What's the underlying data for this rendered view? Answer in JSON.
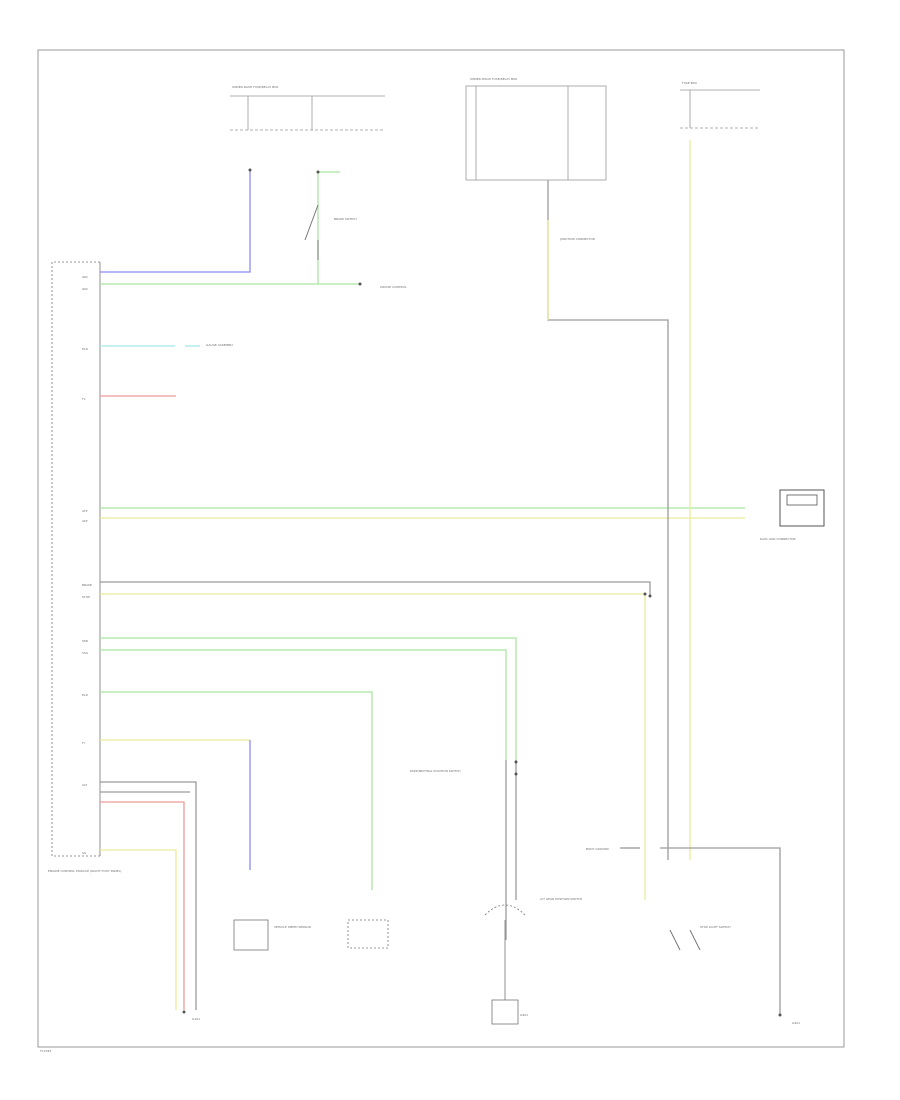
{
  "diagram": {
    "labels": {
      "ecm_caption": "ENGINE CONTROL MODULE (RIGHT FOOT PANEL)",
      "ecm_pins": [
        "IGN",
        "IGN",
        "ELD",
        "FL",
        "ATP",
        "ATP",
        "BRAKE",
        "STOP",
        "SPD",
        "VSS",
        "ELD",
        "FI",
        "ALT",
        "SG"
      ],
      "fuse_box_1": "UNDER-DASH FUSE/RELAY BOX",
      "fuse_box_2": "UNDER-HOOD FUSE/RELAY BOX",
      "fuse_box_3": "FUSE BOX",
      "brake_switch": "BRAKE SWITCH",
      "cruise_control": "CRUISE CONTROL",
      "gauge_assembly": "GAUGE ASSEMBLY",
      "data_link_connector": "DATA LINK CONNECTOR",
      "junction_connector": "JUNCTION CONNECTOR",
      "stop_light_switch": "STOP LIGHT SWITCH",
      "speed_sensor": "VEHICLE SPEED SENSOR",
      "at_gear_switch": "A/T GEAR POSITION SWITCH",
      "park_neutral": "PARK/NEUTRAL POSITION SWITCH",
      "ground_1": "G101",
      "ground_2": "G401",
      "ground_3": "G201",
      "body_ground": "BODY GROUND",
      "footer_code": "T12345"
    },
    "colors": {
      "blue_wire": "#8c8cf0",
      "green_wire": "#a9e6a0",
      "yellow_wire": "#ecec9c",
      "gray_wire": "#9c9c9c",
      "red_wire": "#ee9a9a",
      "cyan_wire": "#a8e8e8",
      "frame": "#9a9a9a"
    }
  }
}
